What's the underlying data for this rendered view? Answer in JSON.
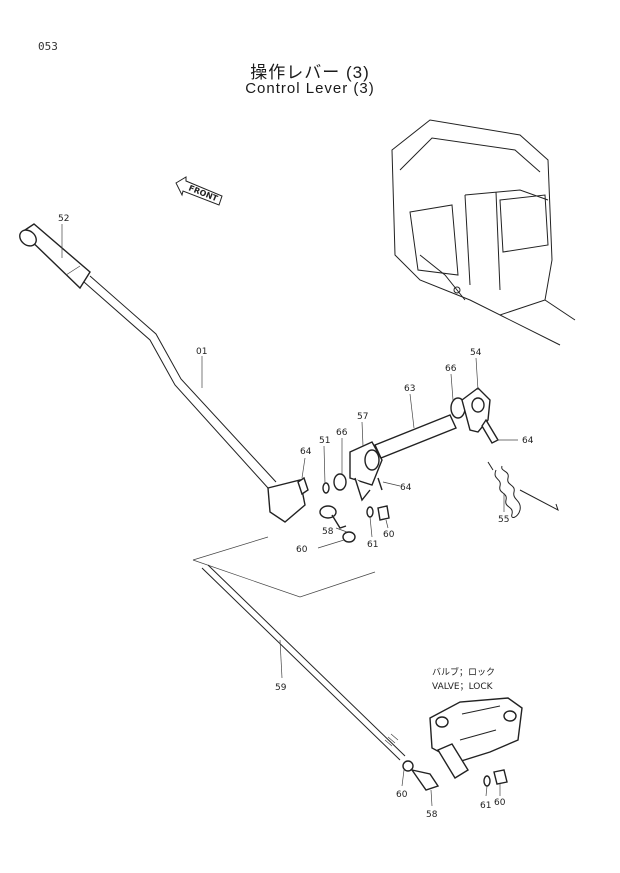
{
  "page_number": "053",
  "title_jp": "操作レバー (3)",
  "title_en": "Control Lever (3)",
  "front_label": "FRONT",
  "valve_label_jp": "バルブ；ロック",
  "valve_label_en": "VALVE；LOCK",
  "parts": {
    "p52": "52",
    "p01": "01",
    "p64a": "64",
    "p51": "51",
    "p66a": "66",
    "p57": "57",
    "p63": "63",
    "p66b": "66",
    "p54": "54",
    "p64b": "64",
    "p64c": "64",
    "p55": "55",
    "p58a": "58",
    "p60a": "60",
    "p61a": "61",
    "p60b": "60",
    "p59": "59",
    "p60c": "60",
    "p58b": "58",
    "p61b": "61",
    "p60d": "60"
  }
}
